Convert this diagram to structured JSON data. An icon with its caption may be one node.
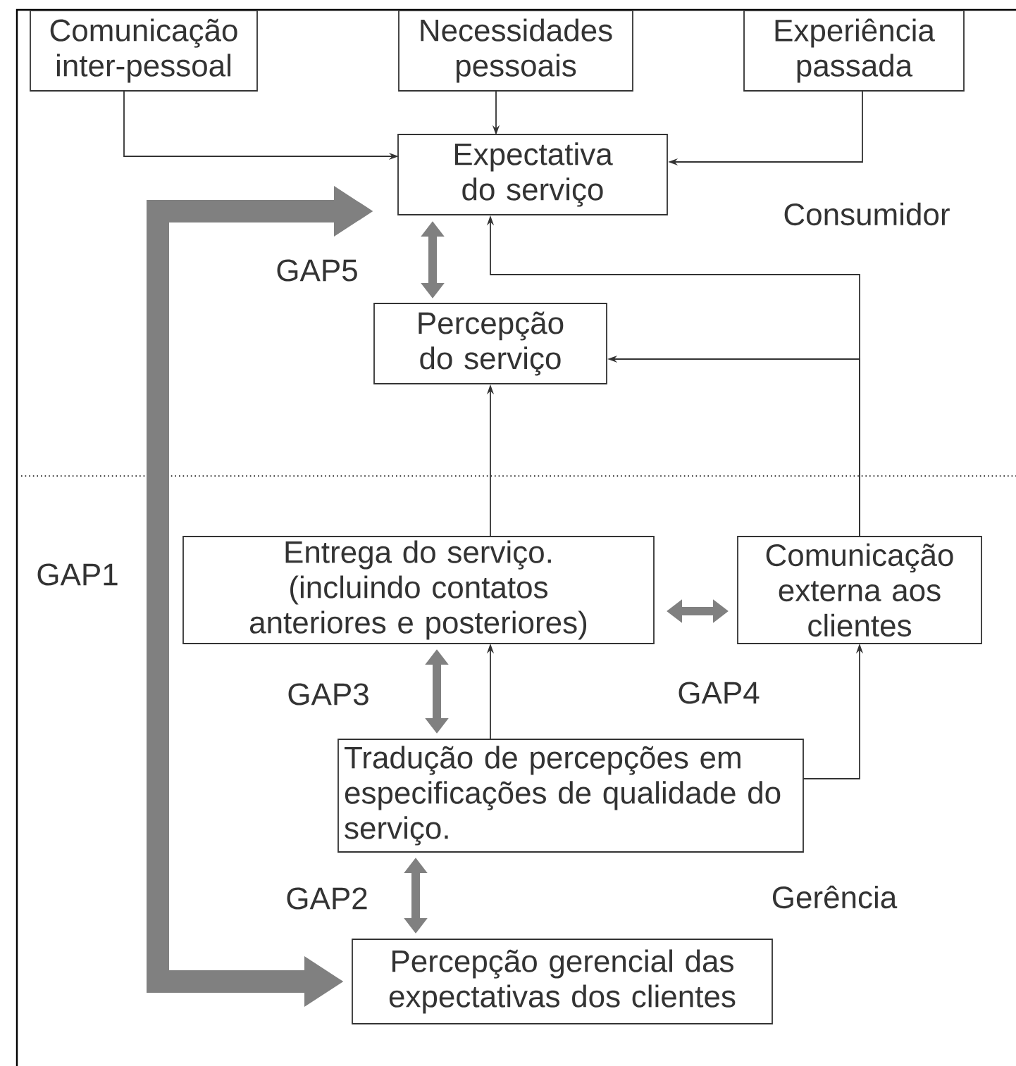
{
  "diagram": {
    "nodes": [
      {
        "text": [
          "Comunicação inter-pessoal"
        ]
      },
      {
        "text": [
          "Necessidades pessoais"
        ]
      },
      {
        "text": [
          "Experiência passada"
        ]
      },
      {
        "text": [
          "Expectativa do serviço"
        ]
      },
      {
        "text": [
          "Percepção do serviço"
        ]
      },
      {
        "text": [
          "Entrega do serviço. (incluindo contatos anteriores e posteriores)"
        ]
      },
      {
        "text": [
          "Comunicação externa aos clientes"
        ]
      },
      {
        "text": [
          "Tradução de percepções em especificações de qualidade do serviço."
        ]
      },
      {
        "text": [
          "Percepção gerencial das expectativas dos clientes"
        ]
      }
    ],
    "edges": [
      {
        "from": 0,
        "to": 3,
        "arrow": "to"
      },
      {
        "from": 1,
        "to": 3,
        "arrow": "to"
      },
      {
        "from": 2,
        "to": 3,
        "arrow": "to"
      },
      {
        "from": 6,
        "to": 3,
        "arrow": "to"
      },
      {
        "from": 6,
        "to": 4,
        "arrow": "to"
      },
      {
        "from": 5,
        "to": 4,
        "arrow": "to"
      },
      {
        "from": 7,
        "to": 5,
        "arrow": "to"
      },
      {
        "from": 7,
        "to": 6,
        "arrow": "to"
      },
      {
        "from": 3,
        "to": 4,
        "arrow": "both",
        "style": "thick",
        "color": "#808080",
        "label": "GAP5"
      },
      {
        "from": 5,
        "to": 6,
        "arrow": "both",
        "style": "thick",
        "color": "#808080",
        "label": "GAP4"
      },
      {
        "from": 5,
        "to": 7,
        "arrow": "both",
        "style": "thick",
        "color": "#808080",
        "label": "GAP3"
      },
      {
        "from": 7,
        "to": 8,
        "arrow": "both",
        "style": "thick",
        "color": "#808080",
        "label": "GAP2"
      },
      {
        "from": 8,
        "to": 3,
        "arrow": "both",
        "style": "thick",
        "color": "#808080",
        "label": "GAP1"
      }
    ],
    "labels": [
      "Consumidor",
      "Gerência"
    ]
  }
}
